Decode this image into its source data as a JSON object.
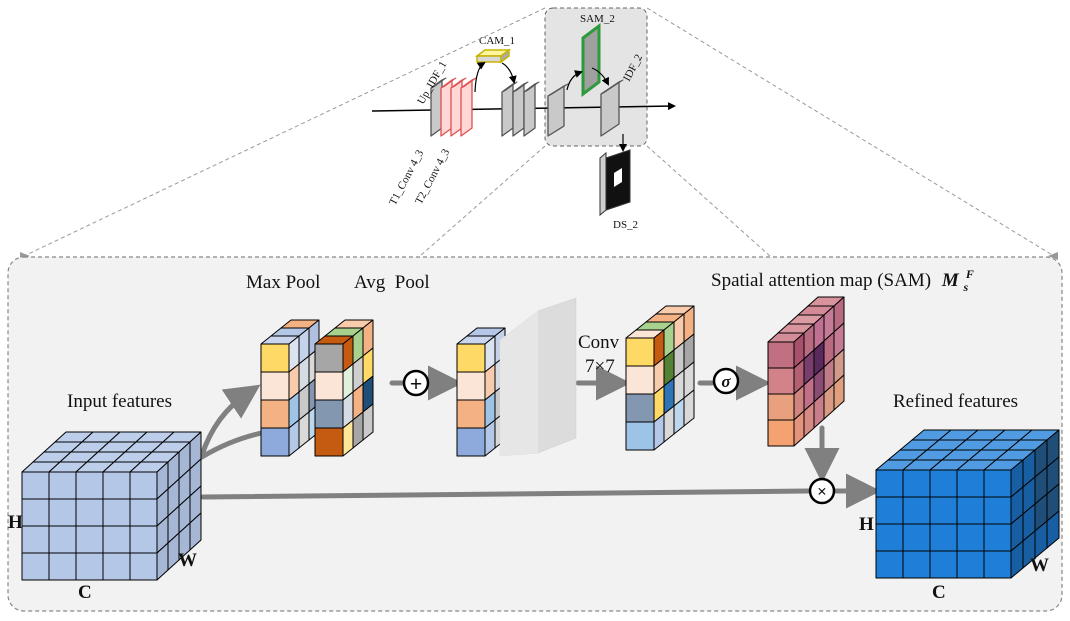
{
  "top": {
    "labels": {
      "up_idf": "Up_IDF_1",
      "cam": "CAM_1",
      "sam": "SAM_2",
      "idf": "IDF_2",
      "t1": "T1_Conv 4_3",
      "t2": "T2_Conv 4_3",
      "ds": "DS_2"
    }
  },
  "main": {
    "input_label": "Input features",
    "input_h": "H",
    "input_c": "C",
    "input_w": "W",
    "max_pool": "Max Pool",
    "avg_pool": "Avg  Pool",
    "conv": "Conv",
    "conv_size": "7×7",
    "plus_symbol": "+",
    "sigma_symbol": "σ",
    "times_symbol": "×",
    "sam_title": "Spatial attention map (SAM)",
    "sam_symbol": "M",
    "sam_sub": "s",
    "sam_sup": "F",
    "refined_label": "Refined features",
    "refined_h": "H",
    "refined_c": "C",
    "refined_w": "W"
  },
  "colors": {
    "input_cube": "#b4c7e7",
    "refined_cube": "#1f7fd8",
    "panel_bg": "#f2f2f2",
    "arrow": "#808080"
  }
}
